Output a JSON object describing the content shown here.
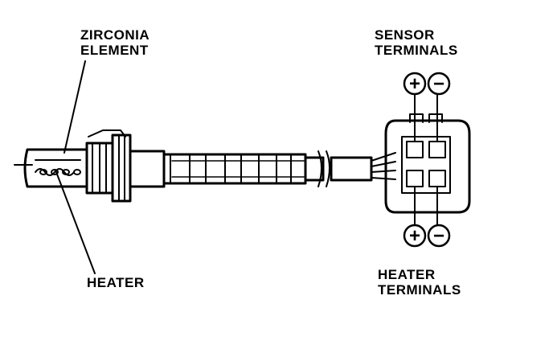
{
  "labels": {
    "zirconia_line1": "ZIRCONIA",
    "zirconia_line2": "ELEMENT",
    "heater": "HEATER",
    "sensor_line1": "SENSOR",
    "sensor_line2": "TERMINALS",
    "heater_term_line1": "HEATER",
    "heater_term_line2": "TERMINALS"
  },
  "terminal_symbols": {
    "sensor_positive": "+",
    "sensor_negative": "−",
    "heater_positive": "+",
    "heater_negative": "−"
  },
  "colors": {
    "ink": "#000000",
    "background": "#ffffff"
  }
}
